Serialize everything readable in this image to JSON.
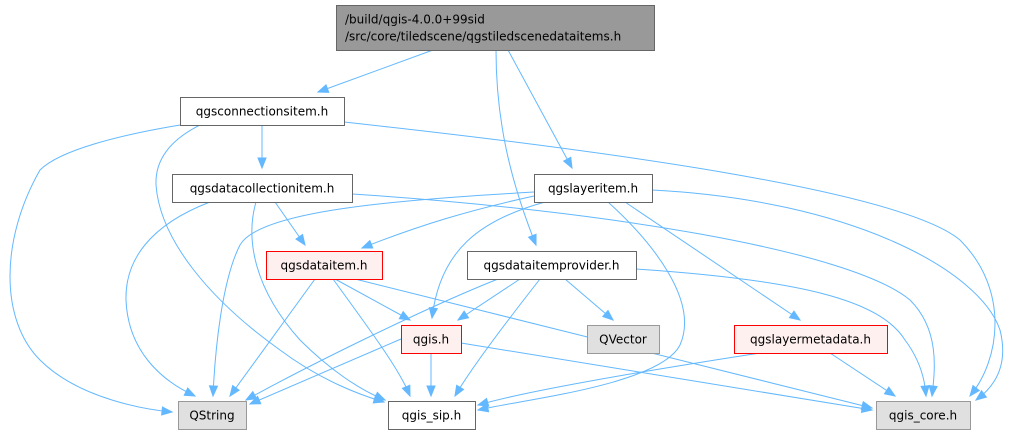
{
  "diagram": {
    "type": "include-dependency-graph",
    "colors": {
      "edge": "#63b8ff",
      "root_fill": "#999999",
      "root_stroke": "#666666",
      "normal_fill": "#ffffff",
      "normal_stroke": "#666666",
      "external_fill": "#e0e0e0",
      "external_stroke": "#999999",
      "highlight_fill": "#fff0f0",
      "highlight_stroke": "#ff0000"
    },
    "nodes": [
      {
        "id": "root",
        "lines": [
          "/build/qgis-4.0.0+99sid",
          "/src/core/tiledscene/qgstiledscenedataitems.h"
        ],
        "style": "root"
      },
      {
        "id": "qgsconnectionsitem",
        "lines": [
          "qgsconnectionsitem.h"
        ],
        "style": "normal"
      },
      {
        "id": "qgsdatacollectionitem",
        "lines": [
          "qgsdatacollectionitem.h"
        ],
        "style": "normal"
      },
      {
        "id": "qgslayeritem",
        "lines": [
          "qgslayeritem.h"
        ],
        "style": "normal"
      },
      {
        "id": "qgsdataitem",
        "lines": [
          "qgsdataitem.h"
        ],
        "style": "highlight"
      },
      {
        "id": "qgsdataitemprovider",
        "lines": [
          "qgsdataitemprovider.h"
        ],
        "style": "normal"
      },
      {
        "id": "QVector",
        "lines": [
          "QVector"
        ],
        "style": "external"
      },
      {
        "id": "qgis",
        "lines": [
          "qgis.h"
        ],
        "style": "highlight"
      },
      {
        "id": "qgslayermetadata",
        "lines": [
          "qgslayermetadata.h"
        ],
        "style": "highlight"
      },
      {
        "id": "QString",
        "lines": [
          "QString"
        ],
        "style": "external"
      },
      {
        "id": "qgis_sip",
        "lines": [
          "qgis_sip.h"
        ],
        "style": "normal"
      },
      {
        "id": "qgis_core",
        "lines": [
          "qgis_core.h"
        ],
        "style": "external"
      }
    ],
    "edges": [
      {
        "from": "root",
        "to": "qgsconnectionsitem"
      },
      {
        "from": "root",
        "to": "qgslayeritem"
      },
      {
        "from": "root",
        "to": "qgsdataitemprovider"
      },
      {
        "from": "qgsconnectionsitem",
        "to": "qgsdatacollectionitem"
      },
      {
        "from": "qgsconnectionsitem",
        "to": "QString"
      },
      {
        "from": "qgsconnectionsitem",
        "to": "qgis_sip"
      },
      {
        "from": "qgsconnectionsitem",
        "to": "qgis_core"
      },
      {
        "from": "qgsdatacollectionitem",
        "to": "qgsdataitem"
      },
      {
        "from": "qgsdatacollectionitem",
        "to": "QString"
      },
      {
        "from": "qgsdatacollectionitem",
        "to": "qgis_sip"
      },
      {
        "from": "qgsdatacollectionitem",
        "to": "qgis_core"
      },
      {
        "from": "qgslayeritem",
        "to": "qgsdataitem"
      },
      {
        "from": "qgslayeritem",
        "to": "QString"
      },
      {
        "from": "qgslayeritem",
        "to": "qgis"
      },
      {
        "from": "qgslayeritem",
        "to": "qgis_sip"
      },
      {
        "from": "qgslayeritem",
        "to": "qgslayermetadata"
      },
      {
        "from": "qgslayeritem",
        "to": "qgis_core"
      },
      {
        "from": "qgsdataitem",
        "to": "QString"
      },
      {
        "from": "qgsdataitem",
        "to": "qgis"
      },
      {
        "from": "qgsdataitem",
        "to": "qgis_sip"
      },
      {
        "from": "qgsdataitem",
        "to": "qgis_core"
      },
      {
        "from": "qgsdataitemprovider",
        "to": "QString"
      },
      {
        "from": "qgsdataitemprovider",
        "to": "qgis"
      },
      {
        "from": "qgsdataitemprovider",
        "to": "qgis_sip"
      },
      {
        "from": "qgsdataitemprovider",
        "to": "QVector"
      },
      {
        "from": "qgsdataitemprovider",
        "to": "qgis_core"
      },
      {
        "from": "qgis",
        "to": "QString"
      },
      {
        "from": "qgis",
        "to": "qgis_sip"
      },
      {
        "from": "qgis",
        "to": "qgis_core"
      },
      {
        "from": "qgslayermetadata",
        "to": "qgis_sip"
      },
      {
        "from": "qgslayermetadata",
        "to": "qgis_core"
      }
    ]
  }
}
